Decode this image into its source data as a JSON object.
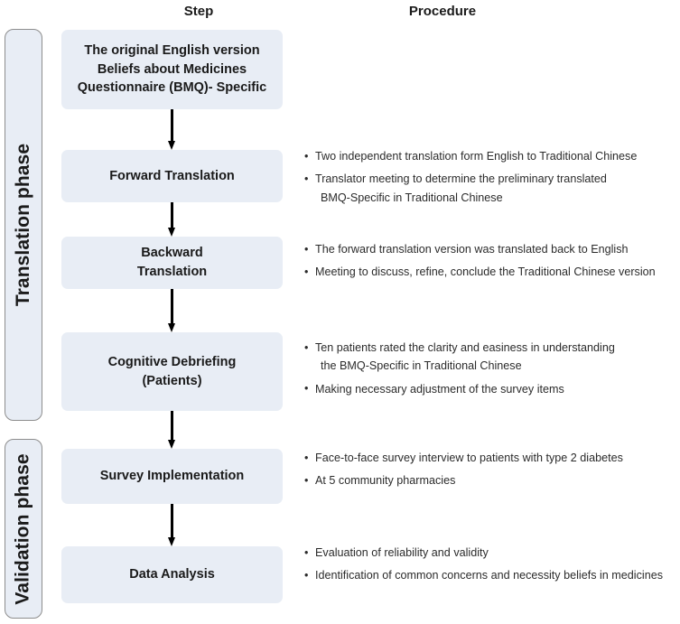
{
  "headers": {
    "step": "Step",
    "procedure": "Procedure"
  },
  "phases": [
    {
      "id": "translation",
      "label": "Translation phase"
    },
    {
      "id": "validation",
      "label": "Validation phase"
    }
  ],
  "steps": [
    {
      "id": "original",
      "lines": [
        "The original English version",
        "Beliefs about Medicines",
        "Questionnaire (BMQ)- Specific"
      ]
    },
    {
      "id": "forward",
      "lines": [
        "Forward Translation"
      ]
    },
    {
      "id": "backward",
      "lines": [
        "Backward",
        "Translation"
      ]
    },
    {
      "id": "cognitive",
      "lines": [
        "Cognitive Debriefing",
        "(Patients)"
      ]
    },
    {
      "id": "survey",
      "lines": [
        "Survey Implementation"
      ]
    },
    {
      "id": "analysis",
      "lines": [
        "Data Analysis"
      ]
    }
  ],
  "procedures": {
    "forward": [
      {
        "text": "Two independent translation form English to Traditional Chinese",
        "cont": ""
      },
      {
        "text": "Translator meeting to determine the preliminary translated",
        "cont": "BMQ-Specific in Traditional Chinese"
      }
    ],
    "backward": [
      {
        "text": "The forward translation version was translated back to English",
        "cont": ""
      },
      {
        "text": "Meeting to discuss, refine, conclude the Traditional Chinese version",
        "cont": ""
      }
    ],
    "cognitive": [
      {
        "text": "Ten patients rated the clarity and easiness in understanding",
        "cont": "the BMQ-Specific in Traditional Chinese"
      },
      {
        "text": "Making necessary adjustment of the survey items",
        "cont": ""
      }
    ],
    "survey": [
      {
        "text": "Face-to-face survey interview to patients with type 2 diabetes",
        "cont": ""
      },
      {
        "text": "At 5 community pharmacies",
        "cont": ""
      }
    ],
    "analysis": [
      {
        "text": "Evaluation of reliability and validity",
        "cont": ""
      },
      {
        "text": "Identification of common concerns and necessity beliefs in medicines",
        "cont": ""
      }
    ]
  },
  "bullet_glyph": "•",
  "colors": {
    "box_fill": "#e8edf5",
    "rail_border": "#8d8d8d",
    "text": "#1a1a1a",
    "body_text": "#2b2b2b",
    "arrow": "#000000",
    "background": "#ffffff"
  }
}
